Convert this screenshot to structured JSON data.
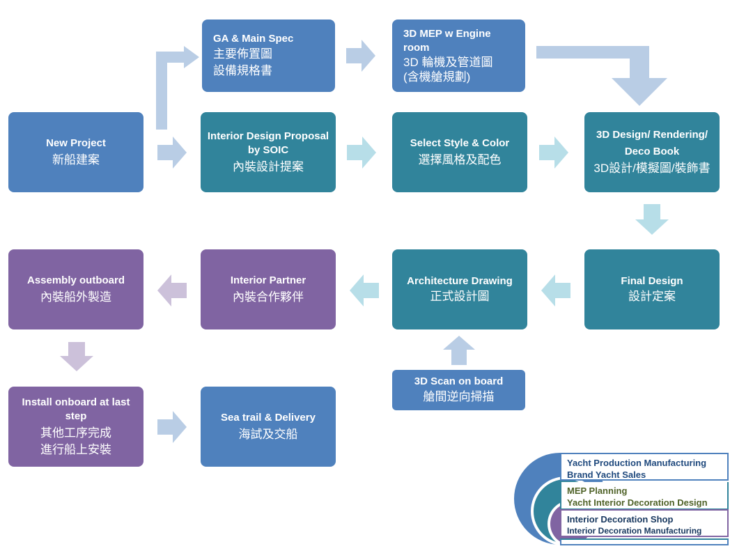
{
  "nodes": {
    "new_project": {
      "en": "New Project",
      "cn": "新船建案"
    },
    "ga_spec": {
      "en": "GA & Main Spec",
      "cn1": "主要佈置圖",
      "cn2": "設備規格書"
    },
    "mep_3d": {
      "en1": "3D MEP w Engine",
      "en2": "room",
      "cn1": "3D 輪機及管道圖",
      "cn2": "(含機艙規劃)"
    },
    "interior_proposal": {
      "en1": "Interior Design Proposal",
      "en2": "by SOIC",
      "cn": "內裝設計提案"
    },
    "select_style": {
      "en": "Select Style & Color",
      "cn": "選擇風格及配色"
    },
    "design_3d": {
      "en1": "3D Design/ Rendering/",
      "en2": "Deco Book",
      "cn": "3D設計/模擬圖/裝飾書"
    },
    "final_design": {
      "en": "Final Design",
      "cn": "設計定案"
    },
    "architecture": {
      "en": "Architecture Drawing",
      "cn": "正式設計圖"
    },
    "interior_partner": {
      "en": "Interior Partner",
      "cn": "內裝合作夥伴"
    },
    "assembly": {
      "en": "Assembly outboard",
      "cn": "內裝船外製造"
    },
    "scan_3d": {
      "en": "3D Scan on board",
      "cn": "艙間逆向掃描"
    },
    "install": {
      "en1": "Install onboard at last",
      "en2": "step",
      "cn1": "其他工序完成",
      "cn2": "進行船上安裝"
    },
    "sea_trail": {
      "en": "Sea trail & Delivery",
      "cn": "海試及交船"
    }
  },
  "legend": [
    {
      "line1": "Yacht Production Manufacturing",
      "line2": "Brand Yacht Sales",
      "color": "#1f497d",
      "ring": "#4f81bd"
    },
    {
      "line1": "MEP Planning",
      "line2": "Yacht Interior Decoration Design",
      "color": "#4f6228",
      "ring": "#31849b"
    },
    {
      "line1": "Interior Decoration Shop",
      "line2": "Interior Decoration Manufacturing",
      "color": "#17375e",
      "ring": "#8064a2"
    }
  ],
  "colors": {
    "blue": "#4f81bd",
    "teal": "#31849b",
    "purple": "#8064a2",
    "arrow_blue": "#b9cde5",
    "arrow_teal": "#b7dee8",
    "arrow_purple": "#ccc1da"
  }
}
